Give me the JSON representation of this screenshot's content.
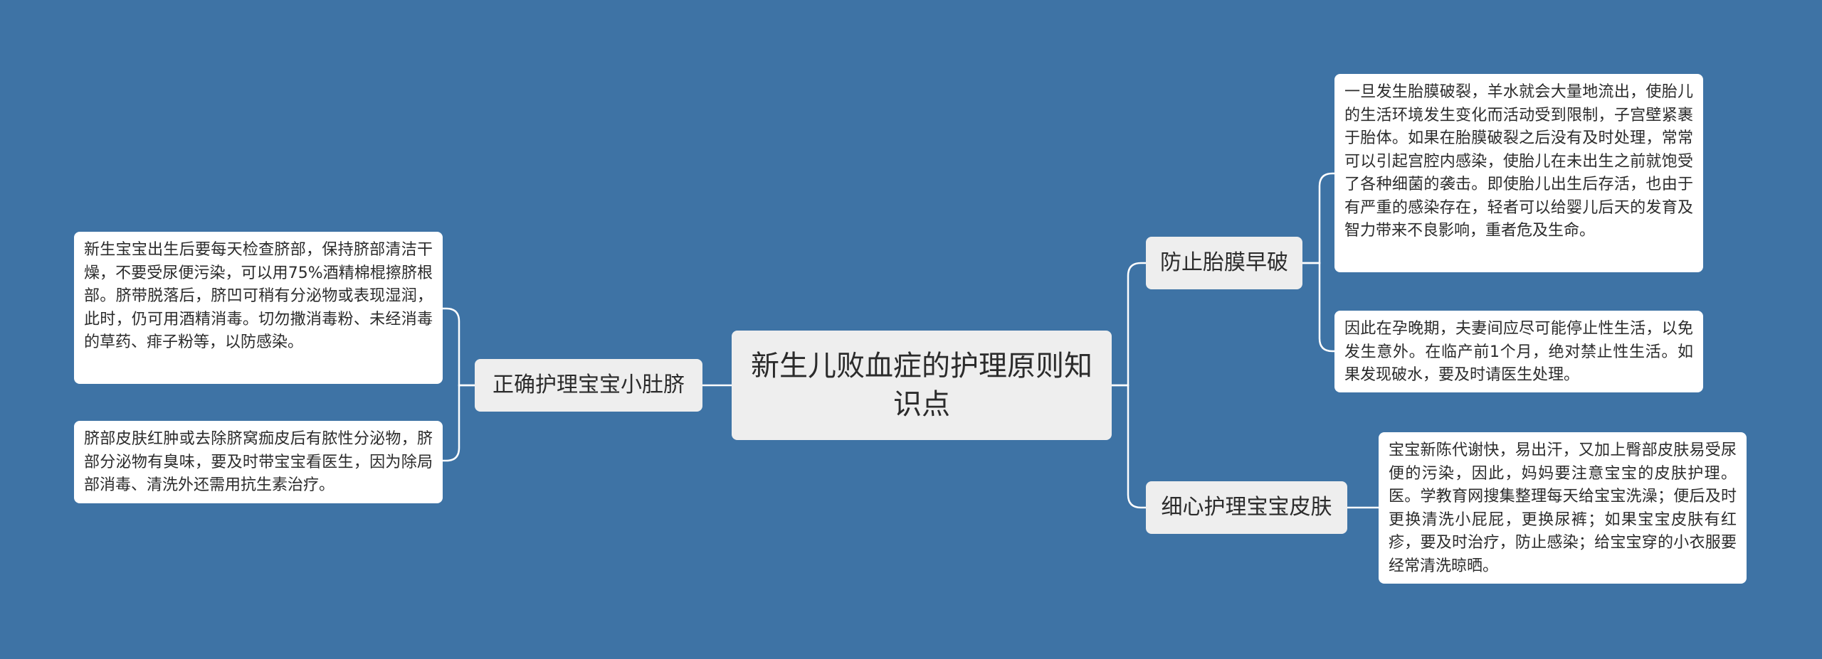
{
  "root": {
    "title": "新生儿败血症的护理原则知识点"
  },
  "branches": [
    {
      "label": "防止胎膜早破",
      "leaves": [
        "一旦发生胎膜破裂，羊水就会大量地流出，使胎儿的生活环境发生变化而活动受到限制，子宫壁紧裹于胎体。如果在胎膜破裂之后没有及时处理，常常可以引起宫腔内感染，使胎儿在未出生之前就饱受了各种细菌的袭击。即使胎儿出生后存活，也由于有严重的感染存在，轻者可以给婴儿后天的发育及智力带来不良影响，重者危及生命。",
        "因此在孕晚期，夫妻间应尽可能停止性生活，以免发生意外。在临产前1个月，绝对禁止性生活。如果发现破水，要及时请医生处理。"
      ]
    },
    {
      "label": "细心护理宝宝皮肤",
      "leaves": [
        "宝宝新陈代谢快，易出汗，又加上臀部皮肤易受尿便的污染，因此，妈妈要注意宝宝的皮肤护理。医。学教育网搜集整理每天给宝宝洗澡；便后及时更换清洗小屁屁，更换尿裤；如果宝宝皮肤有红疹，要及时治疗，防止感染；给宝宝穿的小衣服要经常清洗晾晒。"
      ]
    },
    {
      "label": "正确护理宝宝小肚脐",
      "leaves": [
        "新生宝宝出生后要每天检查脐部，保持脐部清洁干燥，不要受尿便污染，可以用75%酒精棉棍擦脐根部。脐带脱落后，脐凹可稍有分泌物或表现湿润，此时，仍可用酒精消毒。切勿撒消毒粉、未经消毒的草药、痱子粉等，以防感染。",
        "脐部皮肤红肿或去除脐窝痂皮后有脓性分泌物，脐部分泌物有臭味，要及时带宝宝看医生，因为除局部消毒、清洗外还需用抗生素治疗。"
      ]
    }
  ]
}
